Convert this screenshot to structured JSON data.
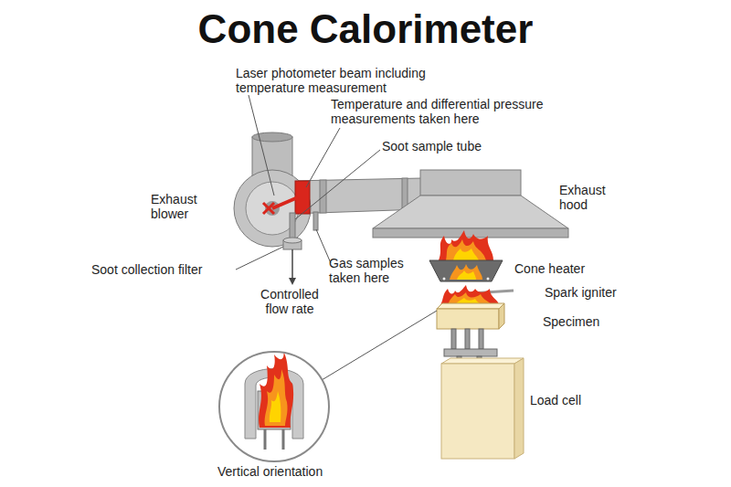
{
  "diagram": {
    "title": "Cone Calorimeter",
    "labels": [
      "Laser photometer beam including temperature measurement",
      "Temperature and differential pressure measurements taken here",
      "Soot sample tube",
      "Exhaust blower",
      "Exhaust hood",
      "Soot collection filter",
      "Gas samples taken here",
      "Cone heater",
      "Spark igniter",
      "Controlled flow rate",
      "Specimen",
      "Load cell",
      "Vertical orientation"
    ]
  }
}
